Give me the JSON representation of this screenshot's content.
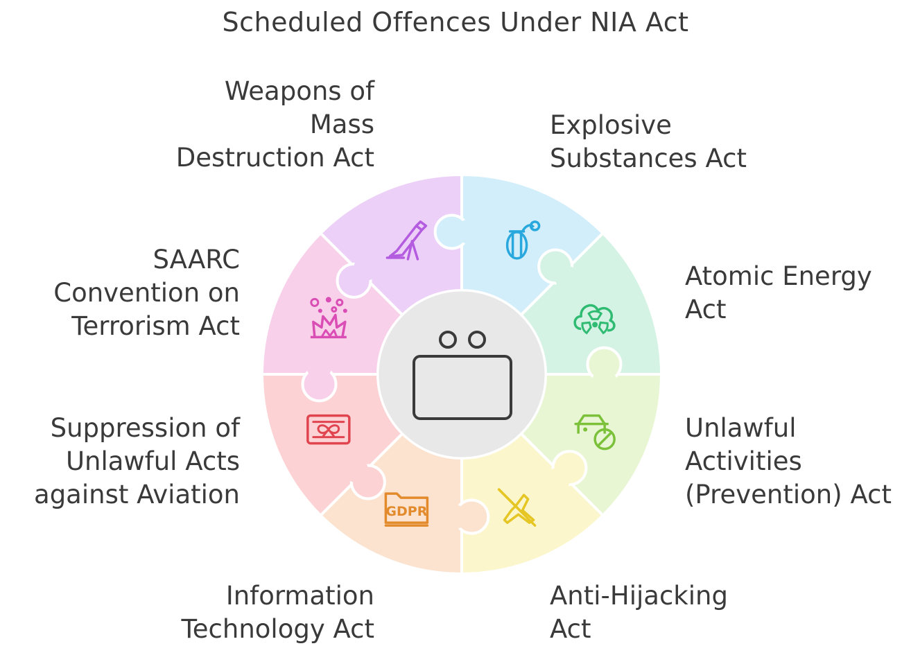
{
  "title": "Scheduled Offences Under NIA Act",
  "center_icon": "camera-frame-icon",
  "segments": [
    {
      "id": "explosive",
      "lines": [
        "Explosive",
        "Substances Act"
      ],
      "color": "#d2eefb",
      "icon_color": "#29a8dd",
      "icon": "grenade-icon"
    },
    {
      "id": "atomic",
      "lines": [
        "Atomic Energy",
        "Act"
      ],
      "color": "#d4f3e4",
      "icon_color": "#2fbb72",
      "icon": "radiation-cloud-icon"
    },
    {
      "id": "unlawful",
      "lines": [
        "Unlawful",
        "Activities",
        "(Prevention) Act"
      ],
      "color": "#e9f6d4",
      "icon_color": "#7cc13a",
      "icon": "car-prohibited-icon"
    },
    {
      "id": "hijacking",
      "lines": [
        "Anti-Hijacking",
        "Act"
      ],
      "color": "#fbf6cc",
      "icon_color": "#e5c624",
      "icon": "airplane-icon"
    },
    {
      "id": "it",
      "lines": [
        "Information",
        "Technology Act"
      ],
      "color": "#fbe3cf",
      "icon_color": "#e38b2c",
      "icon": "gdpr-folder-icon",
      "icon_text": "GDPR"
    },
    {
      "id": "aviation",
      "lines": [
        "Suppression of",
        "Unlawful Acts",
        "against Aviation"
      ],
      "color": "#fdd2d4",
      "icon_color": "#e0454f",
      "icon": "gift-card-icon"
    },
    {
      "id": "saarc",
      "lines": [
        "SAARC",
        "Convention on",
        "Terrorism Act"
      ],
      "color": "#f9d0ea",
      "icon_color": "#d94db4",
      "icon": "explosion-icon"
    },
    {
      "id": "wmd",
      "lines": [
        "Weapons of",
        "Mass",
        "Destruction Act"
      ],
      "color": "#ecd0f8",
      "icon_color": "#b45ce0",
      "icon": "mortar-icon"
    }
  ]
}
